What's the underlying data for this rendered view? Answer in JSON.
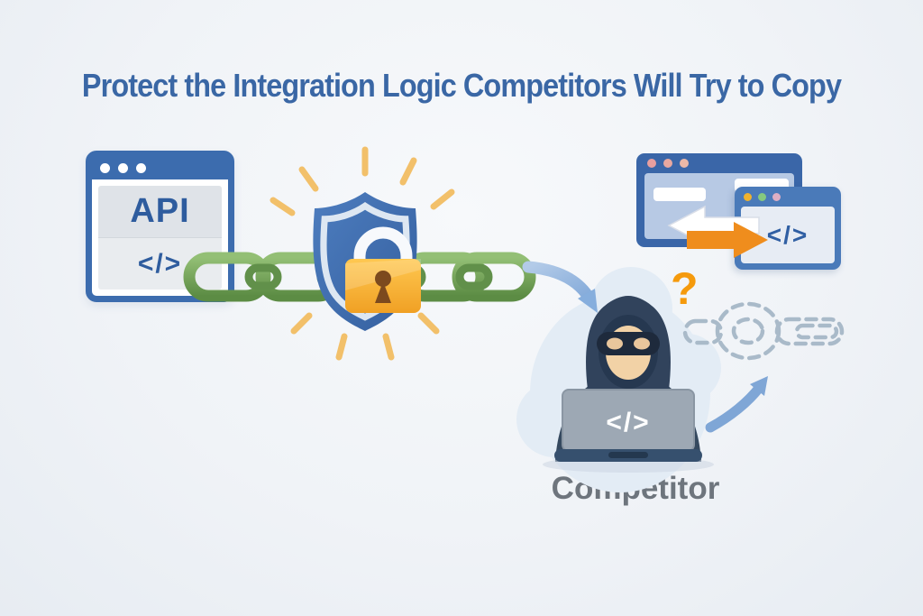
{
  "title": {
    "text": "Protect the Integration Logic Competitors Will Try to Copy",
    "color": "#3a67a5"
  },
  "api_window": {
    "label": "API",
    "code_symbol": "</>",
    "frame_color": "#3c6cae",
    "dot_color": "#ffffff"
  },
  "security": {
    "shield_color": "#3e6db3",
    "shield_inner_outline": "#dde7f2",
    "lock_body_color": "#f5a829",
    "lock_keyhole_color": "#7c4a1e",
    "chain_color": "#6f9f55",
    "rays_color": "#f2c06a"
  },
  "competitor_windows": {
    "back_frame_color": "#3a66a8",
    "back_dot_colors": [
      "#e89f9f",
      "#e8a8a0",
      "#ecb9a8"
    ],
    "front_frame_color": "#4a7ab9",
    "front_dot_colors": [
      "#f0b22e",
      "#86c97f",
      "#ddaec4"
    ],
    "front_code_symbol": "</>",
    "exchange_arrow_left_color": "#ffffff",
    "exchange_arrow_right_color": "#ef8d1d"
  },
  "competitor": {
    "question_mark": "?",
    "question_color": "#f59a0c",
    "laptop_code_symbol": "</>",
    "label": "Competitor",
    "label_color": "#6e757d"
  },
  "broken_chain": {
    "color": "#a9bac9"
  },
  "flow_arrows": {
    "color": "#8fb3dd"
  },
  "background": {
    "center": "#f7f9fb",
    "edge": "#e7ecf2"
  }
}
